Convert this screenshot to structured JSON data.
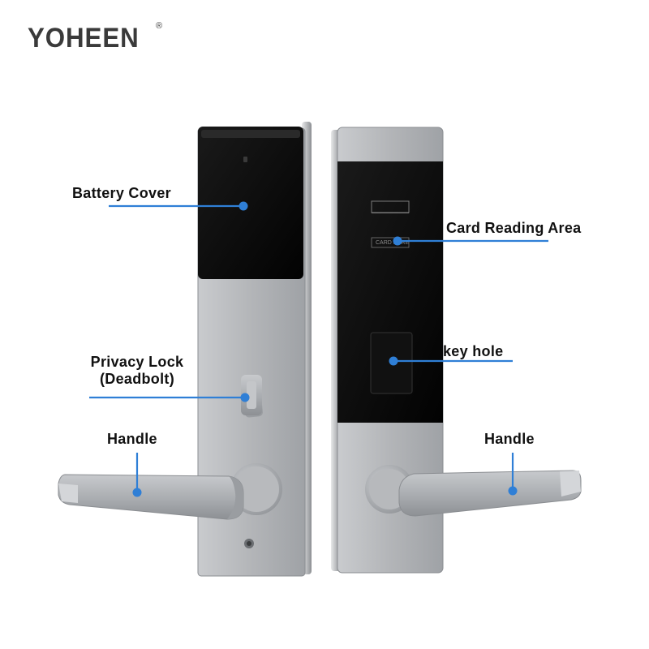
{
  "brand": {
    "name": "YOHEEN",
    "registered_mark": "®"
  },
  "card_panel_text": "CARD HERE",
  "callouts": {
    "battery_cover": "Battery Cover",
    "card_reading_area": "Card Reading Area",
    "privacy_lock_line1": "Privacy Lock",
    "privacy_lock_line2": "(Deadbolt)",
    "key_hole": "key hole",
    "handle_left": "Handle",
    "handle_right": "Handle"
  },
  "colors": {
    "callout_line": "#2f7fd6",
    "callout_dot": "#2f7fd6",
    "metal": "#b4b6b9",
    "glass": "#070707"
  }
}
